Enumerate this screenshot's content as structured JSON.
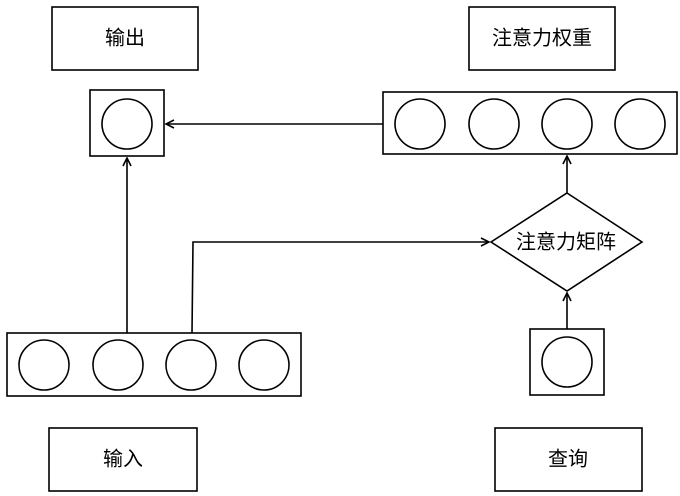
{
  "labels": {
    "output": "输出",
    "input": "输入",
    "query": "查询",
    "attention_weights": "注意力权重",
    "attention_matrix": "注意力矩阵"
  },
  "colors": {
    "stroke": "#000000",
    "fill": "#ffffff"
  }
}
